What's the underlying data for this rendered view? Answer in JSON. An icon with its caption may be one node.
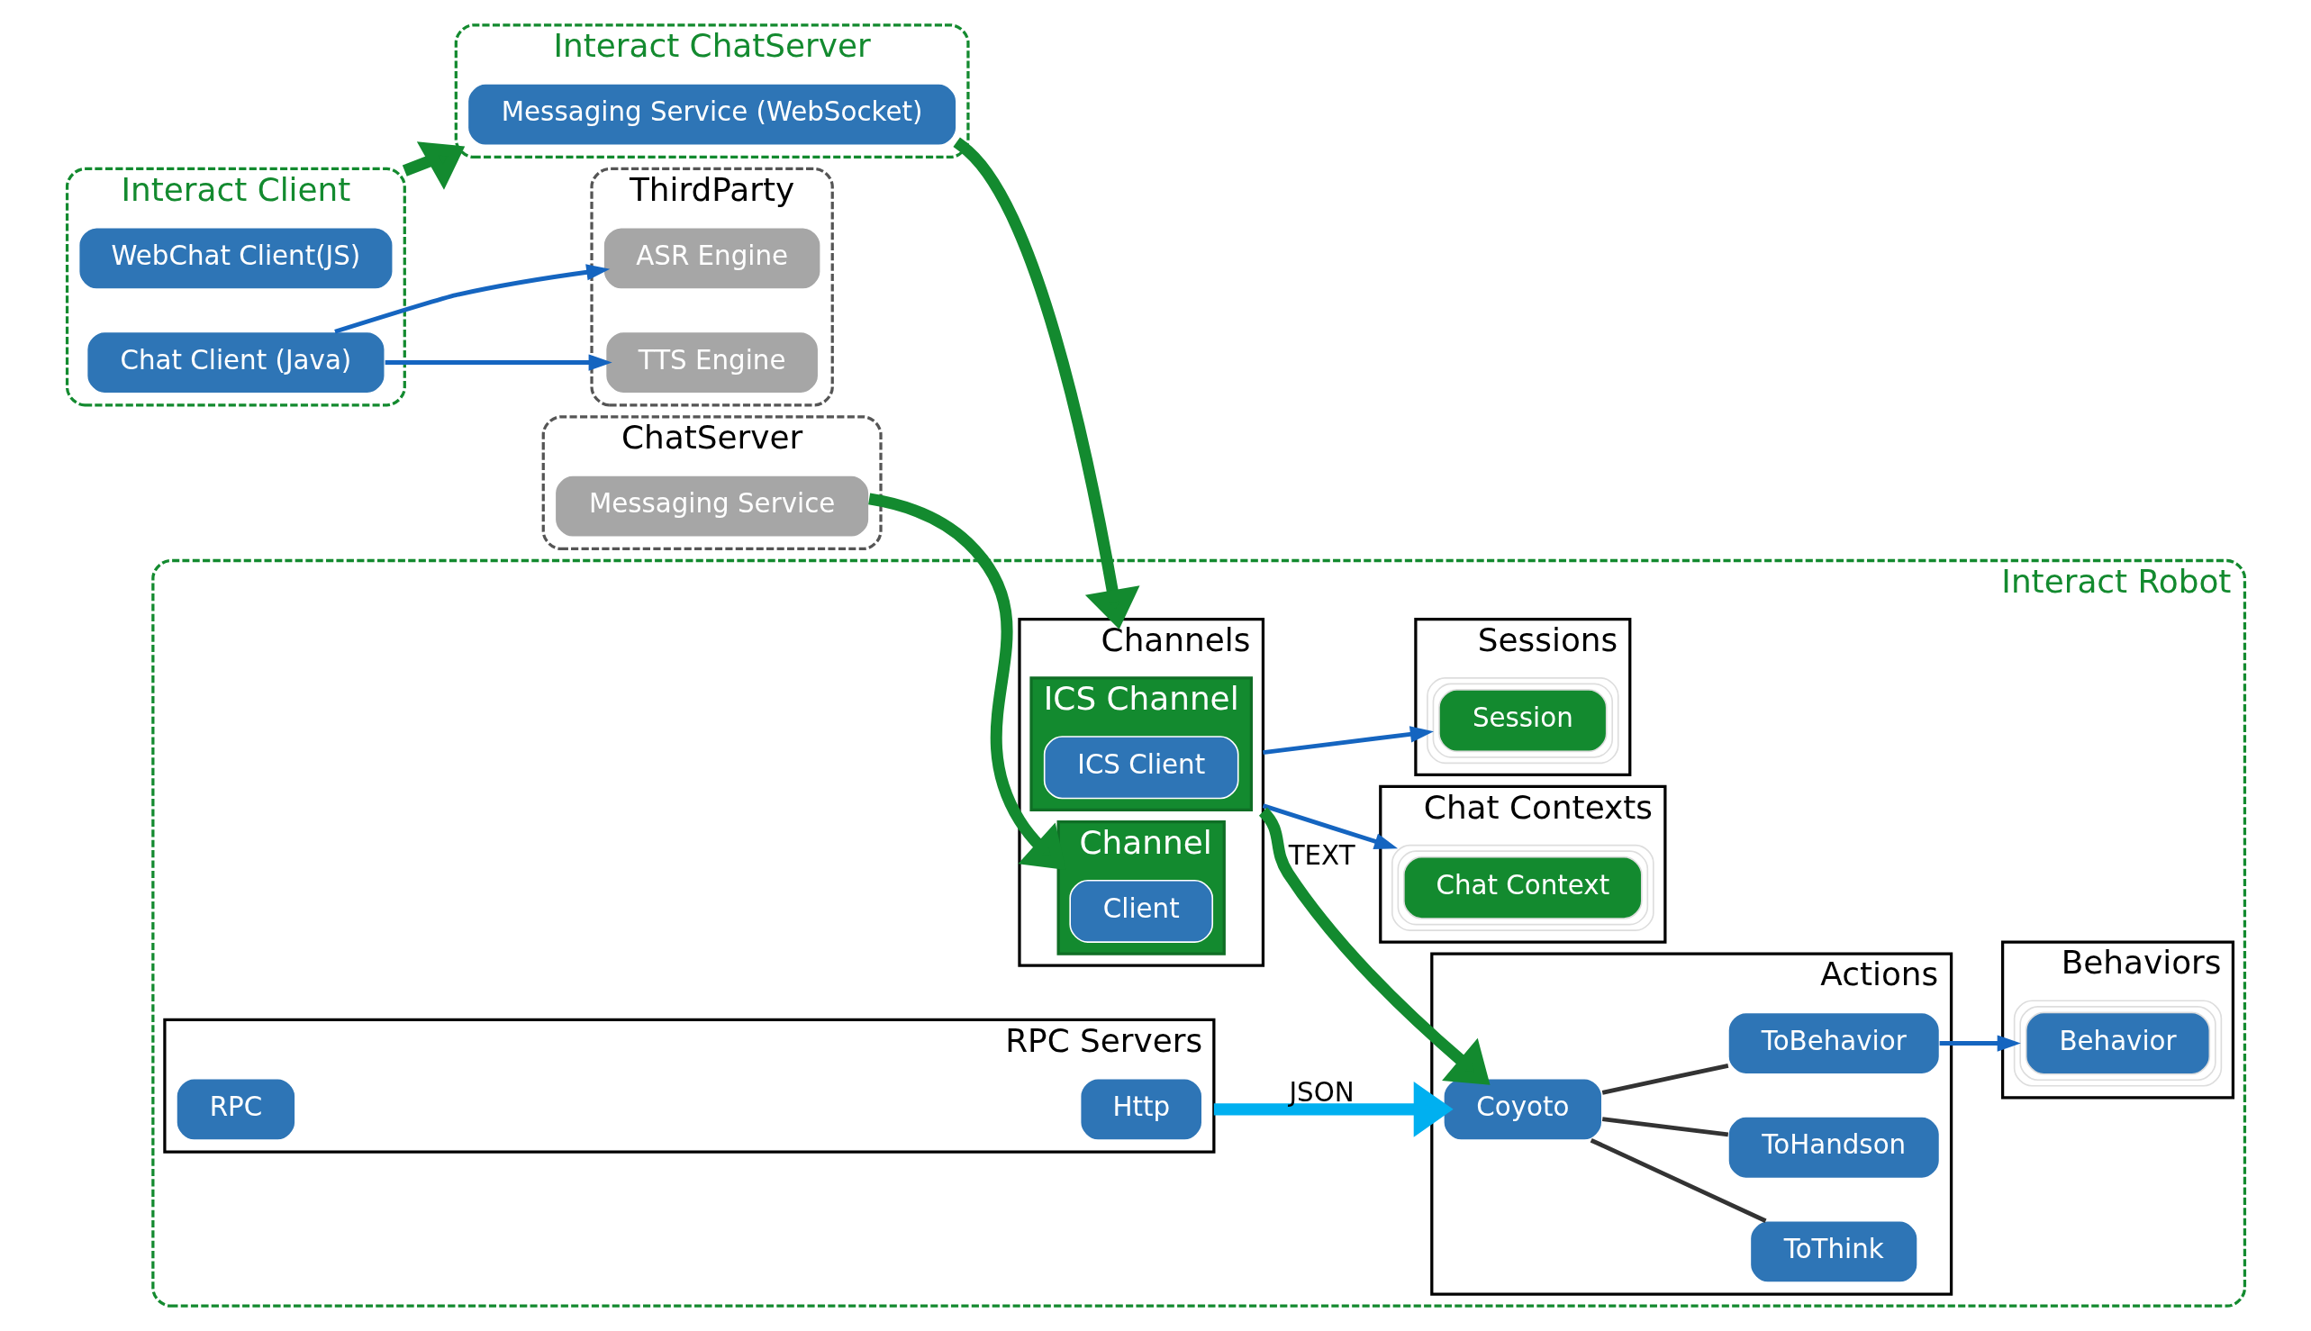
{
  "diagram": {
    "nodes": [
      {
        "text": [
          "Interact Client"
        ]
      },
      {
        "text": [
          "WebChat Client(JS)"
        ],
        "in": 0
      },
      {
        "text": [
          "Chat Client (Java)"
        ],
        "in": 0
      },
      {
        "text": [
          "Interact ChatServer"
        ]
      },
      {
        "text": [
          "Messaging Service (WebSocket)"
        ],
        "in": 3
      },
      {
        "text": [
          "ThirdParty"
        ]
      },
      {
        "text": [
          "ASR Engine"
        ],
        "in": 5
      },
      {
        "text": [
          "TTS Engine"
        ],
        "in": 5
      },
      {
        "text": [
          "ChatServer"
        ]
      },
      {
        "text": [
          "Messaging Service"
        ],
        "in": 8
      },
      {
        "text": [
          "Interact Robot"
        ]
      },
      {
        "text": [
          "Chat Contexts"
        ],
        "in": 10
      },
      {
        "text": [
          "Chat Context"
        ],
        "in": 11
      },
      {
        "text": [
          "Sessions"
        ],
        "in": 10
      },
      {
        "text": [
          "Session"
        ],
        "in": 13
      },
      {
        "text": [
          "Channels"
        ],
        "in": 10
      },
      {
        "text": [
          "ICS Channel"
        ],
        "in": 15
      },
      {
        "text": [
          "ICS Client"
        ],
        "in": 16
      },
      {
        "text": [
          "Channel"
        ],
        "in": 15
      },
      {
        "text": [
          "Client"
        ],
        "in": 18
      },
      {
        "text": [
          "RPC Servers"
        ],
        "in": 10
      },
      {
        "text": [
          "Http"
        ],
        "in": 20
      },
      {
        "text": [
          "RPC"
        ],
        "in": 20
      },
      {
        "text": [
          "Actions"
        ],
        "in": 10
      },
      {
        "text": [
          "Coyoto"
        ],
        "in": 23
      },
      {
        "text": [
          "ToThink"
        ],
        "in": 23
      },
      {
        "text": [
          "ToHandson"
        ],
        "in": 23
      },
      {
        "text": [
          "ToBehavior"
        ],
        "in": 23
      },
      {
        "text": [
          "Behaviors"
        ],
        "in": 10
      },
      {
        "text": [
          "Behavior"
        ],
        "in": 28
      }
    ],
    "edges": [
      {
        "from": 0,
        "to": 3,
        "arrow": "to",
        "style": "thick",
        "color": "#138a2f"
      },
      {
        "from": 2,
        "to": 6,
        "arrow": "to"
      },
      {
        "from": 2,
        "to": 7,
        "arrow": "to"
      },
      {
        "from": 4,
        "to": 15,
        "arrow": "to",
        "style": "thick",
        "color": "#138a2f"
      },
      {
        "from": 9,
        "to": 18,
        "arrow": "to",
        "style": "thick",
        "color": "#138a2f"
      },
      {
        "from": 15,
        "to": 14,
        "arrow": "to"
      },
      {
        "from": 15,
        "to": 12,
        "arrow": "to"
      },
      {
        "from": 20,
        "to": 24,
        "label": "JSON",
        "arrow": "to",
        "style": "thick",
        "color": "#00b0f0"
      },
      {
        "from": 15,
        "to": 24,
        "label": "TEXT",
        "arrow": "to",
        "style": "thick",
        "color": "#138a2f"
      },
      {
        "from": 24,
        "to": 25,
        "arrow": "none",
        "color": "#333333"
      },
      {
        "from": 24,
        "to": 26,
        "arrow": "none",
        "color": "#333333"
      },
      {
        "from": 24,
        "to": 27,
        "arrow": "none",
        "color": "#333333"
      },
      {
        "from": 27,
        "to": 29,
        "arrow": "to"
      }
    ]
  }
}
